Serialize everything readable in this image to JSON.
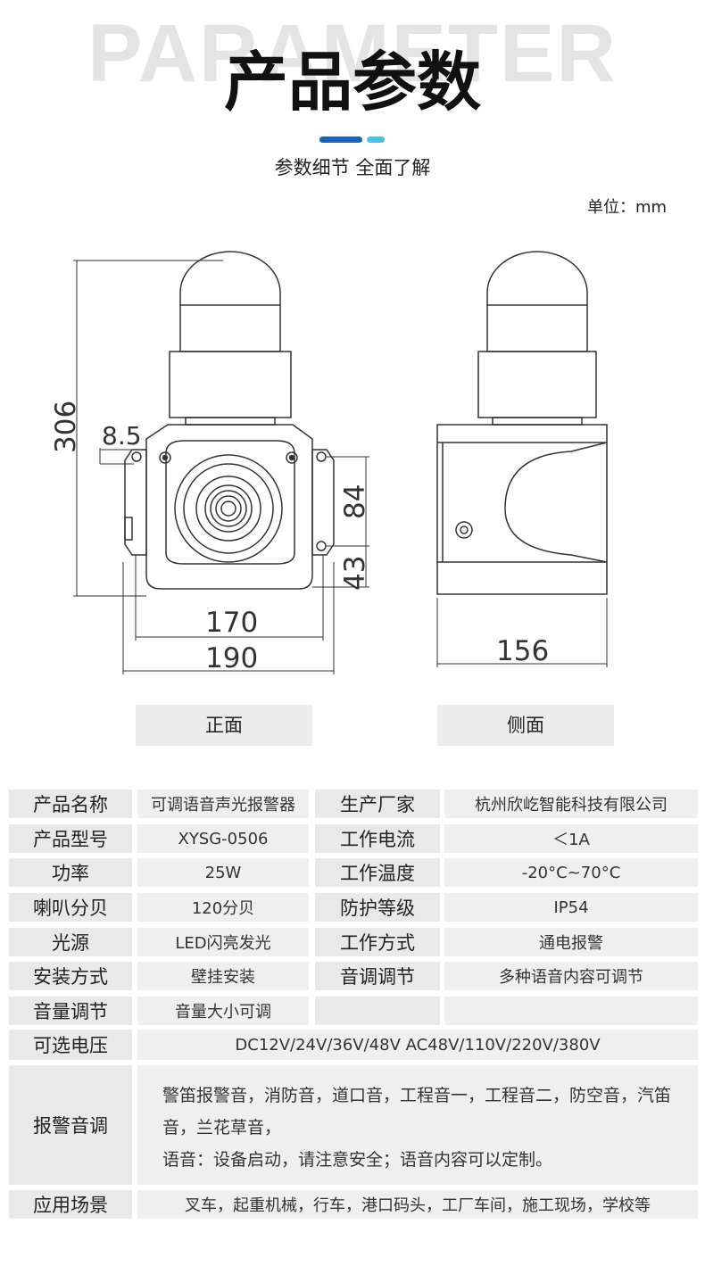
{
  "header": {
    "bg_word": "PARAMETER",
    "title": "产品参数",
    "subtitle": "参数细节 全面了解",
    "unit": "单位：mm",
    "accent_colors": [
      "#1565c0",
      "#41c3ea"
    ]
  },
  "drawing": {
    "dims": {
      "height": "306",
      "hole": "8.5",
      "d84": "84",
      "d43": "43",
      "d170": "170",
      "d190": "190",
      "d156": "156"
    },
    "front_label": "正面",
    "side_label": "侧面"
  },
  "specs": {
    "rows": [
      {
        "l1": "产品名称",
        "v1": "可调语音声光报警器",
        "l2": "生产厂家",
        "v2": "杭州欣屹智能科技有限公司"
      },
      {
        "l1": "产品型号",
        "v1": "XYSG-0506",
        "l2": "工作电流",
        "v2": "＜1A"
      },
      {
        "l1": "功率",
        "v1": "25W",
        "l2": "工作温度",
        "v2": "-20°C~70°C"
      },
      {
        "l1": "喇叭分贝",
        "v1": "120分贝",
        "l2": "防护等级",
        "v2": "IP54"
      },
      {
        "l1": "光源",
        "v1": "LED闪亮发光",
        "l2": "工作方式",
        "v2": "通电报警"
      },
      {
        "l1": "安装方式",
        "v1": "壁挂安装",
        "l2": "音调调节",
        "v2": "多种语音内容可调节"
      },
      {
        "l1": "音量调节",
        "v1": "音量大小可调",
        "l2": "",
        "v2": ""
      }
    ],
    "voltage_label": "可选电压",
    "voltage_value": "DC12V/24V/36V/48V  AC48V/110V/220V/380V",
    "tones_label": "报警音调",
    "tones_line1": "警笛报警音，消防音，道口音，工程音一，工程音二，防空音，汽笛音，兰花草音，",
    "tones_line2": "语音：设备启动，请注意安全；语音内容可以定制。",
    "scenes_label": "应用场景",
    "scenes_value": "叉车，起重机械，行车，港口码头，工厂车间，施工现场，学校等"
  }
}
